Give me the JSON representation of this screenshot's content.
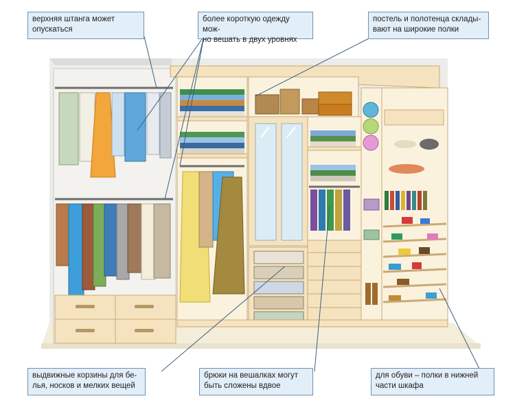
{
  "callouts": {
    "top_rod": "верхняя штанга может\nопускаться",
    "two_levels": "более короткую одежду мож-\nно вешать в двух уровнях",
    "bedding": "постель и полотенца склады-\nвают на широкие полки",
    "drawers": "выдвижные корзины для бе-\nлья, носков и мелких вещей",
    "trousers": "брюки на вешалках могут\nбыть сложены вдвое",
    "shoes": "для обуви – полки в нижней\nчасти шкафа"
  },
  "colors": {
    "wall": "#ececea",
    "floor": "#f3edd9",
    "wood": "#f5e3bf",
    "wood_edge": "#c9aa75",
    "callout_bg": "#e2eef8",
    "callout_border": "#6f91b0",
    "leader_line": "#3a5f80"
  }
}
